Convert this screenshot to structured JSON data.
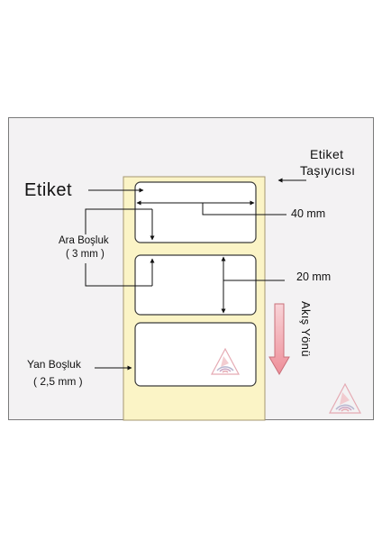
{
  "labels": {
    "etiket": "Etiket",
    "tasiyici_line1": "Etiket",
    "tasiyici_line2": "Taşıyıcısı",
    "width": "40 mm",
    "height": "20 mm",
    "gap_title": "Ara Boşluk",
    "gap_value": "( 3 mm )",
    "side_title": "Yan Boşluk",
    "side_value": "( 2,5 mm )",
    "direction": "Akış Yönü"
  },
  "colors": {
    "carrier": "#fbf4c6",
    "carrier_border": "#a49770",
    "label_fill": "#ffffff",
    "label_border": "#3a3a3a",
    "direction_arrow": "#f1a5ad",
    "frame_bg": "#f3f2f3"
  },
  "icons": [
    "brand-logo-icon",
    "brand-logo-icon"
  ]
}
